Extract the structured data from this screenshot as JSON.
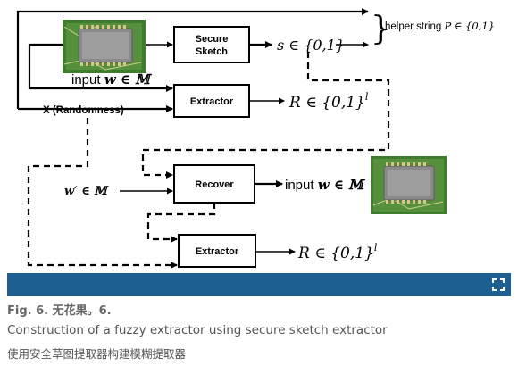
{
  "diagram": {
    "boxes": {
      "secure_sketch_line1": "Secure",
      "secure_sketch_line2": "Sketch",
      "extractor_top": "Extractor",
      "recover": "Recover",
      "extractor_bottom": "Extractor"
    },
    "labels": {
      "helper_string_text": "helper string ",
      "helper_string_math": "P ∈ {0,1}",
      "sketch_output": "s ∈ {0,1}",
      "input_w_top": "input ",
      "input_w_top_math": "w ∈ 𝕄",
      "randomness": "X (Randomness)",
      "extract_output_top": "R ∈ {0,1}",
      "superscript_l_top": "l",
      "w_prime": "w′ ∈ 𝕄",
      "recover_output_prefix": "input ",
      "recover_output_math": "w ∈ 𝕄",
      "extract_output_bottom": "R ∈ {0,1}",
      "superscript_l_bottom": "l",
      "brace": "}"
    },
    "colors": {
      "line": "#000000",
      "chip_body": "#8a8a8a",
      "board": "#3e7d2e",
      "bar": "#1e5f92"
    }
  },
  "toolbar": {
    "expand_icon": "expand-icon"
  },
  "caption": {
    "fig_label": "Fig. 6.  无花果。6.",
    "english": "Construction of a fuzzy extractor using secure sketch extractor",
    "chinese": "使用安全草图提取器构建模糊提取器"
  }
}
